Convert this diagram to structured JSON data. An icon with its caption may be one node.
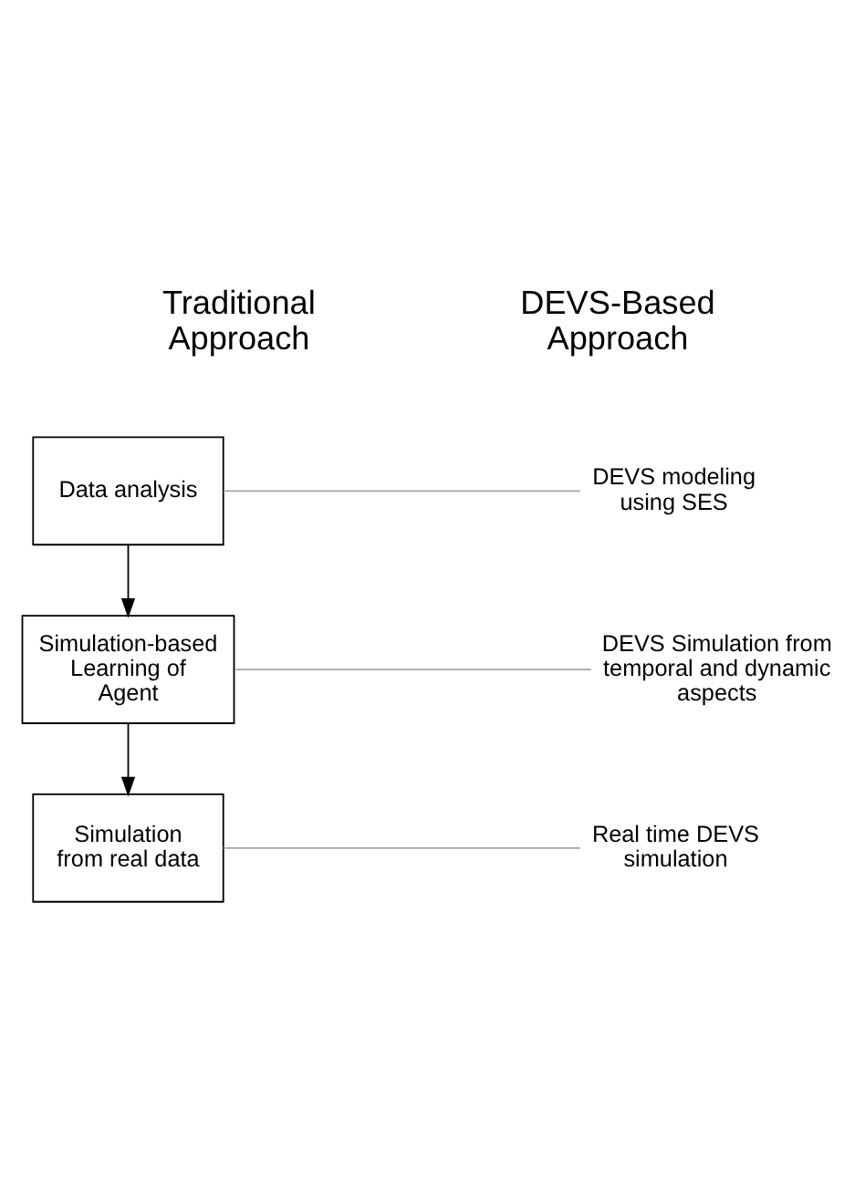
{
  "diagram": {
    "nodes": [
      {
        "text": [
          "Data analysis"
        ]
      },
      {
        "text": [
          "Simulation-based Learning of Agent"
        ]
      },
      {
        "text": [
          "Simulation from real data"
        ]
      },
      {
        "text": [
          "DEVS modeling using SES"
        ]
      },
      {
        "text": [
          "DEVS Simulation from temporal and dynamic aspects"
        ]
      },
      {
        "text": [
          "Real time DEVS simulation"
        ]
      }
    ],
    "edges": [
      {
        "from": 0,
        "to": 3,
        "arrow": "none"
      },
      {
        "from": 0,
        "to": 1,
        "arrow": "to",
        "color": "#000000"
      },
      {
        "from": 1,
        "to": 4,
        "arrow": "none"
      },
      {
        "from": 1,
        "to": 2,
        "arrow": "to",
        "color": "#000000"
      },
      {
        "from": 2,
        "to": 5,
        "arrow": "none"
      }
    ],
    "labels": [
      "Traditional Approach",
      "DEVS-Based Approach"
    ]
  }
}
